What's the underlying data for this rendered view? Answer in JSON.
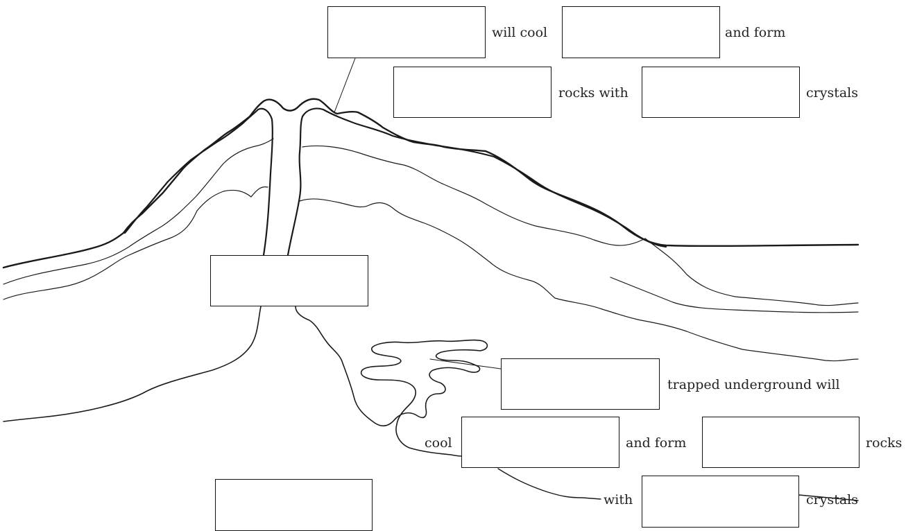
{
  "colors": {
    "line": "#1a1a1a",
    "background": "#ffffff",
    "text": "#222222"
  },
  "labels": {
    "will_cool": "will cool",
    "and_form_top": "and form",
    "rocks_with": "rocks with",
    "crystals_top": "crystals",
    "trapped_underground": "trapped underground will",
    "cool": "cool",
    "and_form_bottom": "and form",
    "rocks": "rocks",
    "with": "with",
    "crystals_bottom": "crystals"
  }
}
